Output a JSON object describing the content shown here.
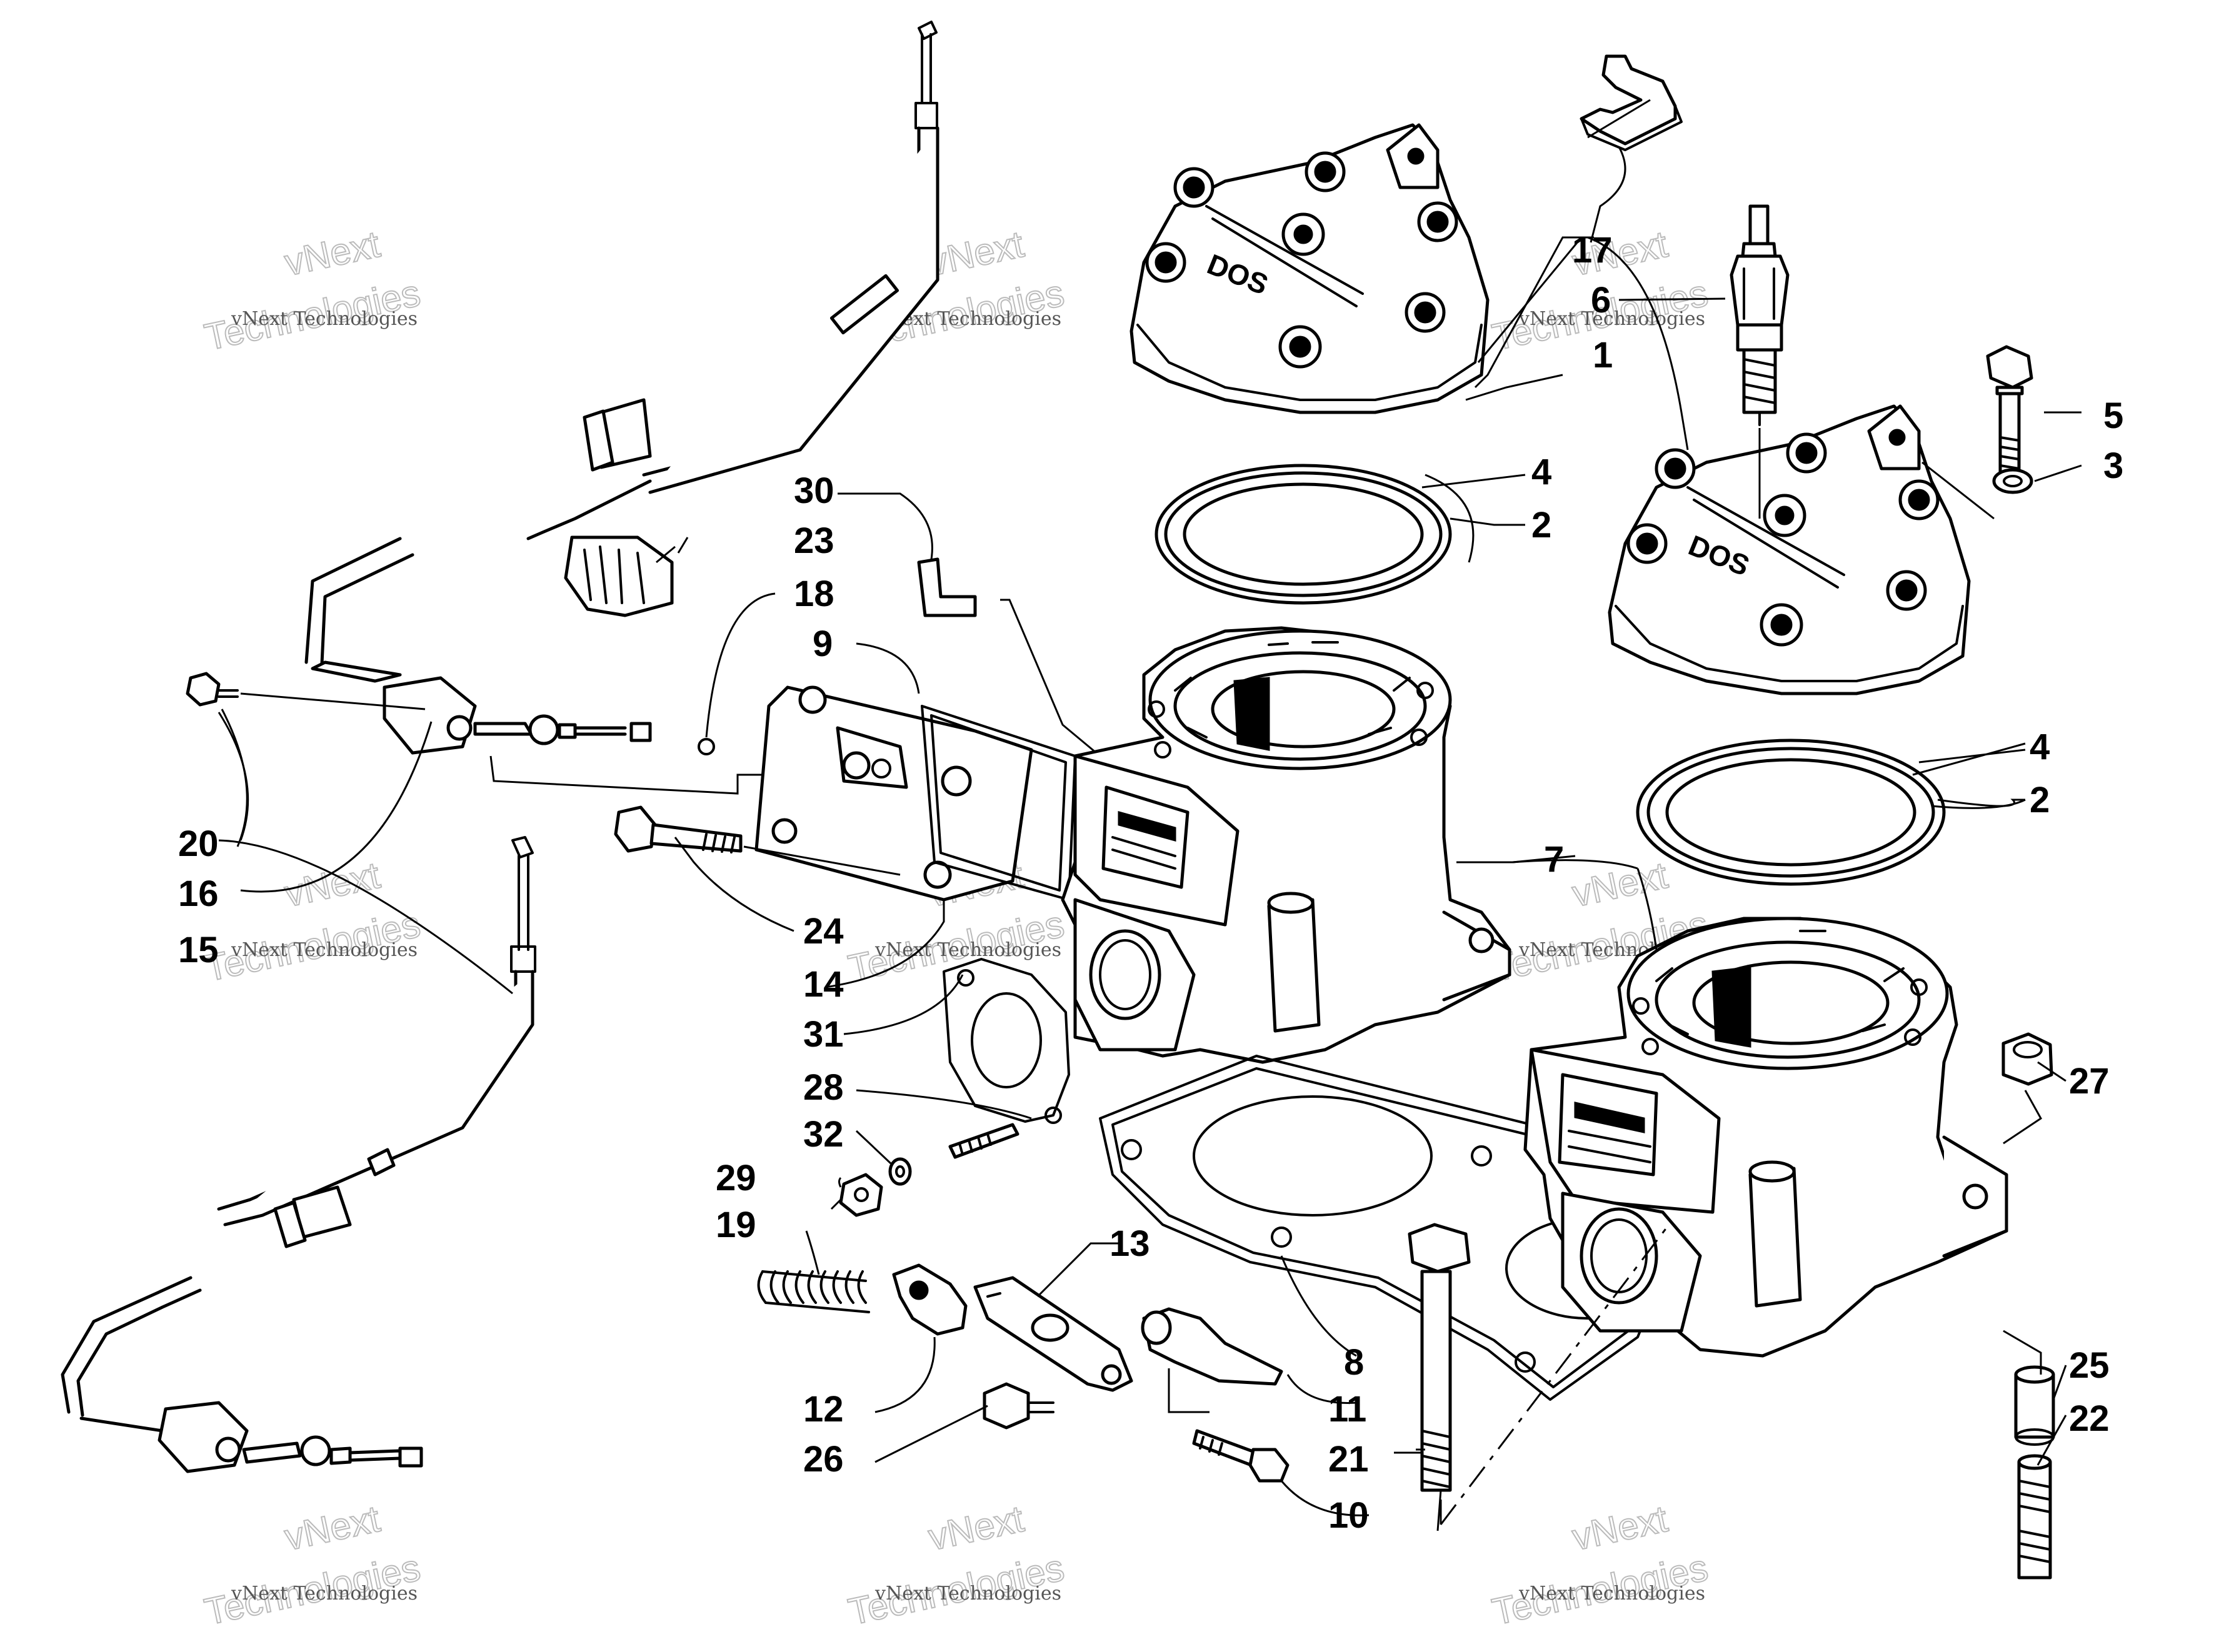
{
  "callouts": [
    {
      "id": "1",
      "label": "1"
    },
    {
      "id": "2a",
      "label": "2"
    },
    {
      "id": "2b",
      "label": "2"
    },
    {
      "id": "3",
      "label": "3"
    },
    {
      "id": "4a",
      "label": "4"
    },
    {
      "id": "4b",
      "label": "4"
    },
    {
      "id": "5",
      "label": "5"
    },
    {
      "id": "6",
      "label": "6"
    },
    {
      "id": "7",
      "label": "7"
    },
    {
      "id": "8",
      "label": "8"
    },
    {
      "id": "9",
      "label": "9"
    },
    {
      "id": "10",
      "label": "10"
    },
    {
      "id": "11",
      "label": "11"
    },
    {
      "id": "12",
      "label": "12"
    },
    {
      "id": "13",
      "label": "13"
    },
    {
      "id": "14",
      "label": "14"
    },
    {
      "id": "15",
      "label": "15"
    },
    {
      "id": "16",
      "label": "16"
    },
    {
      "id": "17",
      "label": "17"
    },
    {
      "id": "18",
      "label": "18"
    },
    {
      "id": "19",
      "label": "19"
    },
    {
      "id": "20",
      "label": "20"
    },
    {
      "id": "21",
      "label": "21"
    },
    {
      "id": "22",
      "label": "22"
    },
    {
      "id": "23",
      "label": "23"
    },
    {
      "id": "24",
      "label": "24"
    },
    {
      "id": "25",
      "label": "25"
    },
    {
      "id": "26",
      "label": "26"
    },
    {
      "id": "27",
      "label": "27"
    },
    {
      "id": "28",
      "label": "28"
    },
    {
      "id": "29",
      "label": "29"
    },
    {
      "id": "30",
      "label": "30"
    },
    {
      "id": "31",
      "label": "31"
    },
    {
      "id": "32",
      "label": "32"
    }
  ],
  "watermark": {
    "line1": "vNext Technologies",
    "line2": "vNext",
    "line3": "Technologies"
  },
  "head_casting_text": "DOS",
  "colors": {
    "ink": "#000000",
    "paper": "#ffffff",
    "watermark": "#bbbbbb"
  }
}
